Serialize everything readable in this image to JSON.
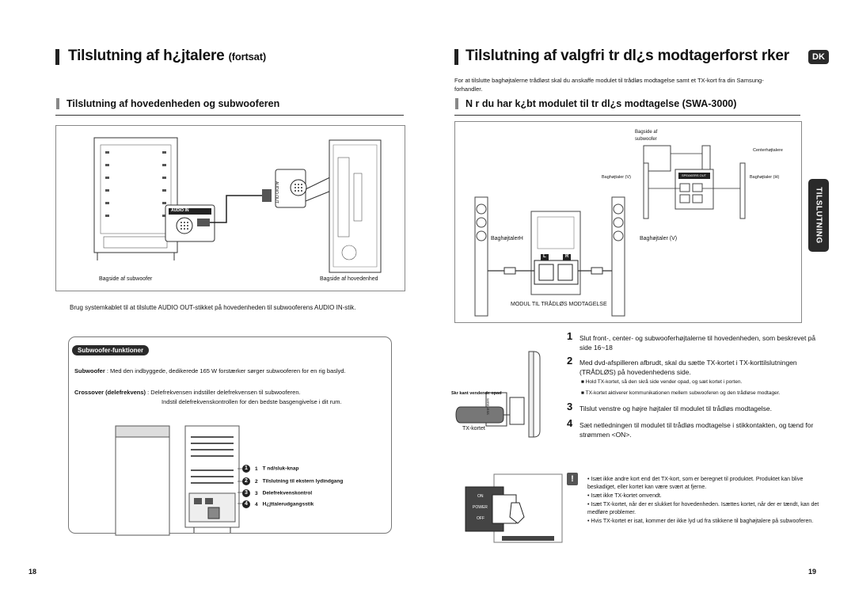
{
  "left": {
    "title_main": "Tilslutning af h¿jtalere",
    "title_suffix": "(fortsat)",
    "subtitle": "Tilslutning af hovedenheden og subwooferen",
    "fig_label_left": "Bagside af subwoofer",
    "fig_label_right": "Bagside af hovedenhed",
    "audio_in": "AUDIO IN",
    "audio_out": "AUDIO OUT",
    "instruction": "Brug systemkablet til at tilslutte AUDIO OUT-stikket på hovedenheden til subwooferens AUDIO IN-stik.",
    "functions_title": "Subwoofer-funktioner",
    "subwoofer_term": "Subwoofer",
    "subwoofer_desc": ": Med den indbyggede, dedikerede 165 W forstærker sørger subwooferen for en rig baslyd.",
    "crossover_term": "Crossover (delefrekvens)",
    "crossover_desc": ": Delefrekvensen indstiller delefrekvensen til subwooferen.",
    "crossover_desc2": "Indstil delefrekvenskontrollen for den bedste basgengivelse i dit rum.",
    "legend": [
      {
        "num": "1",
        "label": "T  nd/sluk-knap"
      },
      {
        "num": "2",
        "label": "Tilslutning til ekstern lydindgang"
      },
      {
        "num": "3",
        "label": "Delefrekvenskontrol"
      },
      {
        "num": "4",
        "label": "H¿jttalerudgangsstik"
      }
    ],
    "page_number": "18"
  },
  "right": {
    "title": "Tilslutning af valgfri tr  dl¿s modtagerforst   rker",
    "lang_badge": "DK",
    "intro": "For at tilslutte baghøjtalerne trådløst skal du anskaffe modulet til trådløs modtagelse samt et TX-kort fra din Samsung-forhandler.",
    "subtitle": "N  r du har k¿bt modulet til tr  dl¿s modtagelse (SWA-3000)",
    "diagram": {
      "bagside_af": "Bagside af",
      "subwoofer": "subwoofer",
      "center": "Centerhøjtalere",
      "bag_v_small": "Baghøjtaler (V)",
      "bag_h_small": "Baghøjtaler (H)",
      "speakers_out": "SPEAKERS OUT",
      "bag_h": "BaghøjtalerH",
      "bag_v": "Baghøjtaler (V)",
      "modul": "MODUL TIL TRÅDLØS MODTAGELSE",
      "l": "L",
      "r": "R"
    },
    "side_tab": "TILSLUTNING",
    "steps": [
      {
        "num": "1",
        "text": "Slut front-, center- og subwooferhøjtalerne til hovedenheden, som beskrevet på side 16~18"
      },
      {
        "num": "2",
        "text": "Med dvd-afspilleren afbrudt, skal du sætte TX-kortet i TX-korttilslutningen (TRÅDLØS) på hovedenhedens side."
      },
      {
        "num": "3",
        "text": "Tilslut venstre og højre højtaler til modulet til trådløs modtagelse."
      },
      {
        "num": "4",
        "text": "Sæt netledningen til modulet til trådløs modtagelse i stikkontakten, og tænd for strømmen <ON>."
      }
    ],
    "step2_bullets": [
      "Hold TX-kortet, så den skrå side vender opad, og sæt kortet i porten.",
      "TX-kortet aktiverer kommunikationen mellem subwooferen og den trådløse modtager."
    ],
    "card_label_top": "Skr  kant vendende opad",
    "card_label": "TX-kortet",
    "wireless_label": "WIRELESS",
    "notes": [
      "Isæt ikke andre kort end det TX-kort, som er beregnet til produktet. Produktet kan blive beskadiget, eller kortet kan være svært at fjerne.",
      "Isæt ikke TX-kortet omvendt.",
      "Isæt TX-kortet, når der er slukket for hovedenheden. Isættes kortet, når der er tændt, kan det medføre problemer.",
      "Hvis TX-kortet er isat, kommer der ikke lyd ud fra stikkene til baghøjtalere på subwooferen."
    ],
    "power_labels": [
      "ON",
      "POWER",
      "OFF"
    ],
    "page_number": "19"
  }
}
